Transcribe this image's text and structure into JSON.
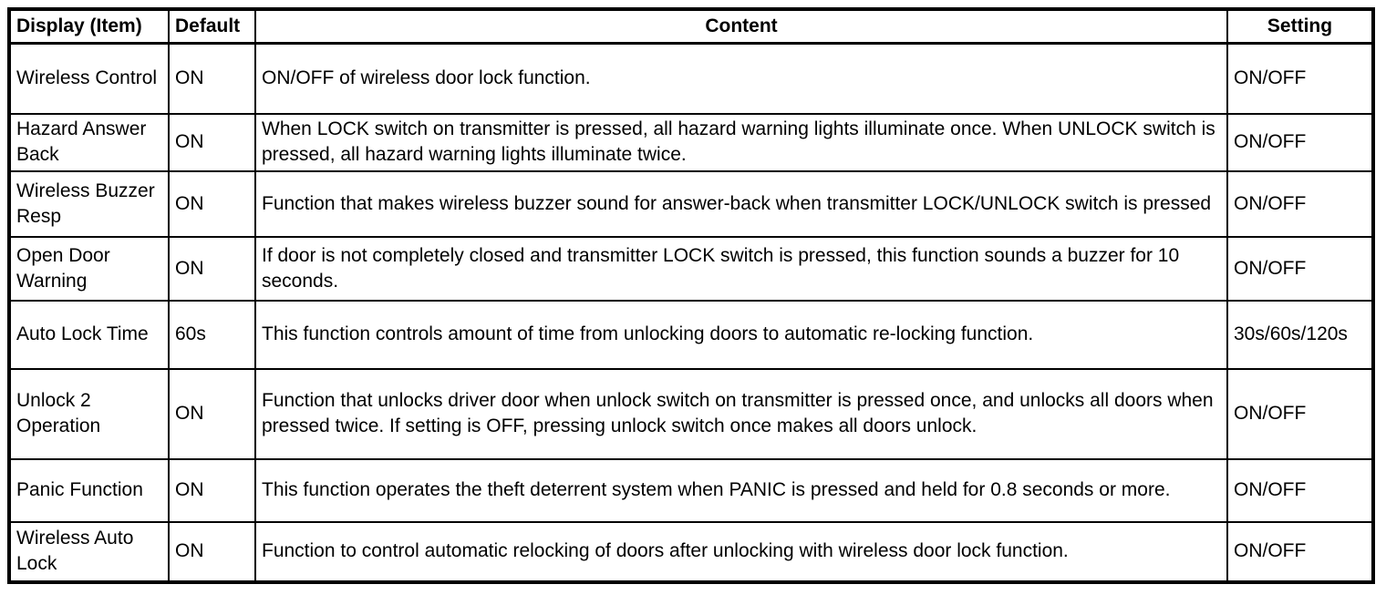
{
  "table": {
    "columns": [
      "Display (Item)",
      "Default",
      "Content",
      "Setting"
    ],
    "rows": [
      {
        "item": "Wireless Control",
        "default": "ON",
        "content": "ON/OFF of wireless door lock function.",
        "setting": "ON/OFF"
      },
      {
        "item": "Hazard Answer Back",
        "default": "ON",
        "content": "When LOCK switch on transmitter is pressed, all hazard warning lights illuminate once. When UNLOCK switch is pressed, all hazard warning lights illuminate twice.",
        "setting": "ON/OFF"
      },
      {
        "item": "Wireless Buzzer Resp",
        "default": "ON",
        "content": "Function that makes wireless buzzer sound for answer-back when transmitter LOCK/UNLOCK switch is pressed",
        "setting": "ON/OFF"
      },
      {
        "item": "Open Door Warning",
        "default": "ON",
        "content": "If door is not completely closed and transmitter LOCK switch is pressed, this function sounds a buzzer for 10 seconds.",
        "setting": "ON/OFF"
      },
      {
        "item": "Auto Lock Time",
        "default": "60s",
        "content": "This function controls amount of time from unlocking doors to automatic re-locking function.",
        "setting": "30s/60s/120s"
      },
      {
        "item": "Unlock 2 Operation",
        "default": "ON",
        "content": "Function that unlocks driver door when unlock switch on transmitter is pressed once, and unlocks all doors when pressed twice. If setting is OFF, pressing unlock switch once makes all doors unlock.",
        "setting": "ON/OFF"
      },
      {
        "item": "Panic Function",
        "default": "ON",
        "content": "This function operates the theft deterrent system when PANIC is pressed and held for 0.8 seconds or more.",
        "setting": "ON/OFF"
      },
      {
        "item": "Wireless Auto Lock",
        "default": "ON",
        "content": "Function to control automatic relocking of doors after unlocking with wireless door lock function.",
        "setting": "ON/OFF"
      }
    ]
  }
}
